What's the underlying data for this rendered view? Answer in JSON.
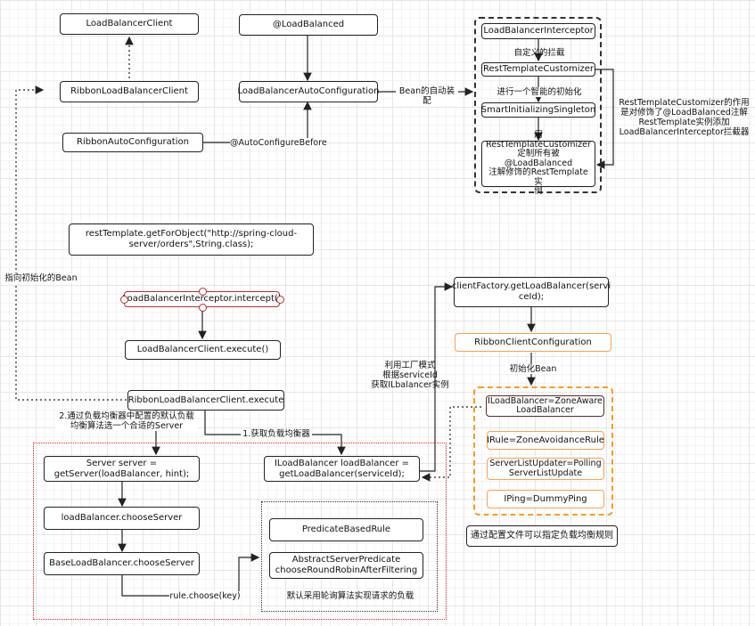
{
  "boxes": {
    "load_balancer_client": "LoadBalancerClient",
    "ribbon_load_balancer_client": "RibbonLoadBalancerClient",
    "ribbon_auto_configuration": "RibbonAutoConfiguration",
    "load_balanced_annotation": "@LoadBalanced",
    "load_balancer_auto_configuration": "LoadBalancerAutoConfiguration",
    "load_balancer_interceptor_top": "LoadBalancerInterceptor",
    "rest_template_customizer": "RestTemplateCustomizer",
    "smart_initializing_singleton": "SmartInitializingSingleton",
    "customize_all": "用\nRestTemplateCustomizer\n定制所有被@LoadBalanced\n注解修饰的RestTemplate实\n例",
    "rest_template_call": "restTemplate.getForObject(\"http://spring-cloud-\nserver/orders\",String.class);",
    "interceptor_intercept": "LoadBalancerInterceptor.intercept()",
    "client_execute": "LoadBalancerClient.execute()",
    "ribbon_client_execute": "RibbonLoadBalancerClient.execute",
    "client_factory": "clientFactory.getLoadBalancer(servi\nceId);",
    "ribbon_client_configuration": "RibbonClientConfiguration",
    "iloadbalancer_zoneaware": "ILoadBalancer=ZoneAware\nLoadBalancer",
    "irule": "IRule=ZoneAvoidanceRule",
    "server_list_updater": "ServerListUpdater=Polling\nServerListUpdate",
    "iping": "IPing=DummyPing",
    "config_note": "通过配置文件可以指定负载均衡规则",
    "get_server": "Server server =\ngetServer(loadBalancer, hint);",
    "get_load_balancer": "ILoadBalancer loadBalancer =\ngetLoadBalancer(serviceId);",
    "choose_server": "loadBalancer.chooseServer",
    "base_choose_server": "BaseLoadBalancer.chooseServer",
    "predicate_based_rule": "PredicateBasedRule",
    "abstract_server_predicate": "AbstractServerPredicate\nchooseRoundRobinAfterFiltering"
  },
  "labels": {
    "custom_interceptor": "自定义的拦截",
    "bean_auto_assembly": "Bean的自动装配",
    "smart_init": "进行一个智能的初始化",
    "auto_configure_before": "@AutoConfigureBefore",
    "customizer_note": "RestTemplateCustomizer的作用\n是对修饰了@LoadBalanced注解\nRestTemplate实例添加\nLoadBalancerInterceptor拦截器",
    "point_to_bean": "指向初始化的Bean",
    "factory_note": "利用工厂模式\n根据serviceId\n获取ILbalancer实例",
    "init_bean": "初始化Bean",
    "step_two": "2.通过负载均衡器中配置的默认负载\n均衡算法选一个合适的Server",
    "step_one": "1.获取负载均衡器",
    "rule_choose": "rule.choose(key)",
    "round_robin_note": "默认采用轮询算法实现请求的负载"
  },
  "colors": {
    "orange_frame": "#f39c34",
    "orange_box": "#f5a25a",
    "red_frame": "#d62b2b",
    "handle": "#a33333"
  }
}
